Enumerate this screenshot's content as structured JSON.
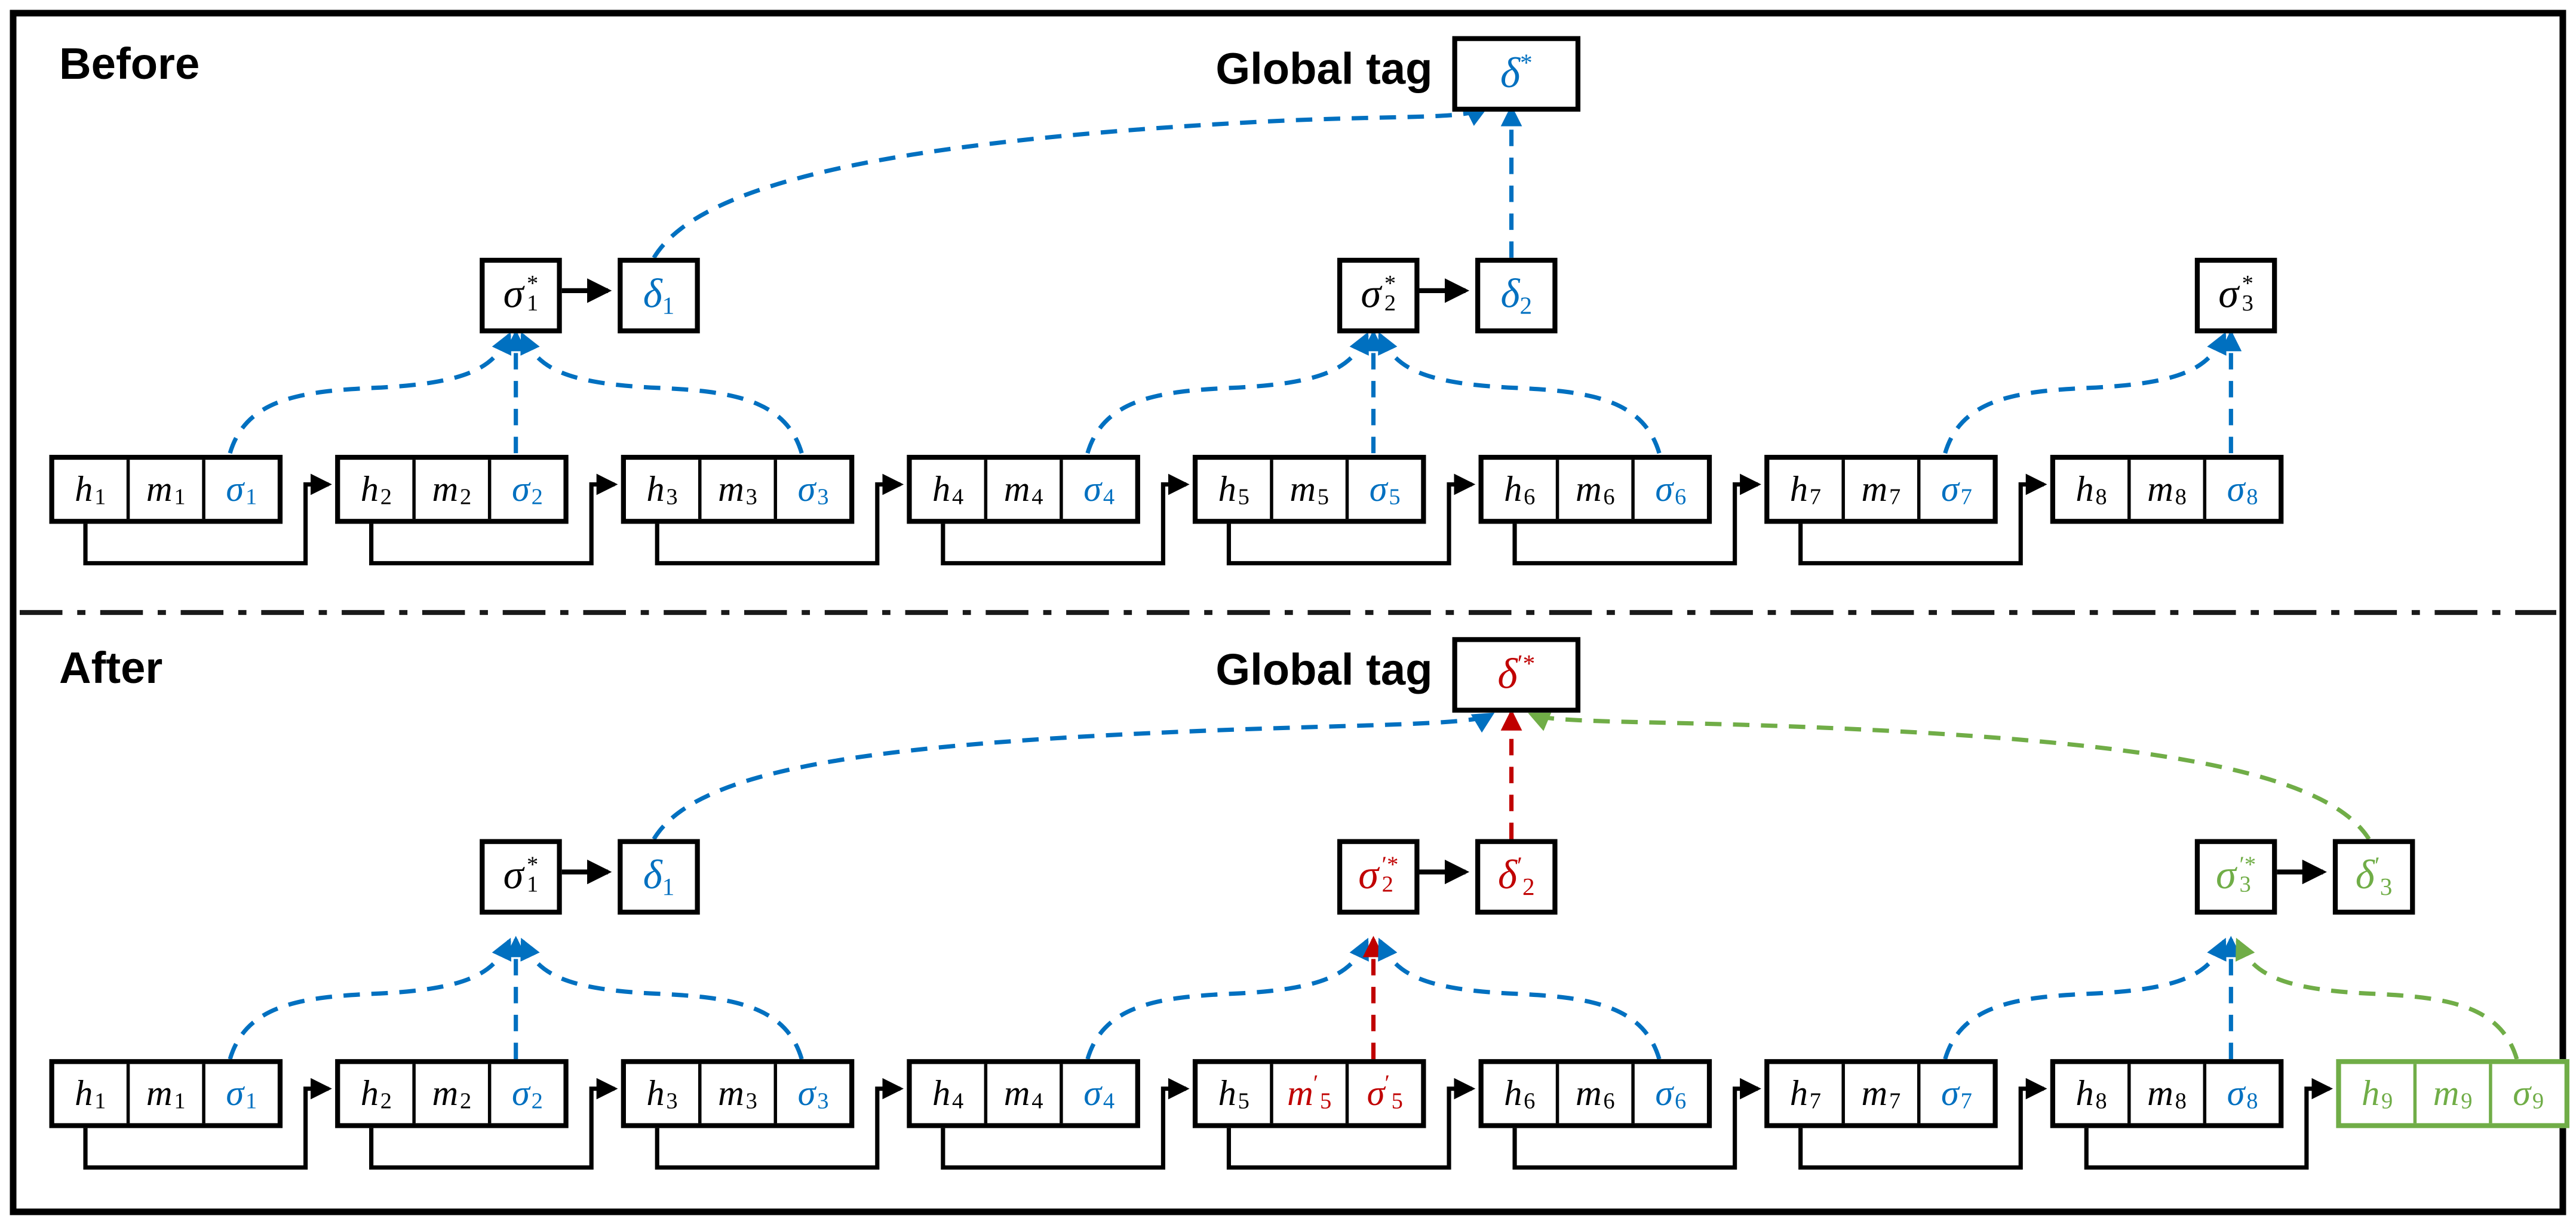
{
  "colors": {
    "black": "#000000",
    "blue": "#0070C0",
    "red": "#C00000",
    "green": "#70AD47"
  },
  "labels": {
    "before_section": "Before",
    "after_section": "After",
    "global_tag_before": "Global tag",
    "global_tag_after": "Global tag"
  },
  "before": {
    "global_tag": {
      "base": "δ",
      "sup": "*",
      "color": "blue"
    },
    "groups": [
      {
        "sigma": {
          "base": "σ",
          "top": "*",
          "bot": "1",
          "color": "black"
        },
        "delta": {
          "base": "δ",
          "sup": "",
          "sub": "1",
          "color": "blue"
        }
      },
      {
        "sigma": {
          "base": "σ",
          "top": "*",
          "bot": "2",
          "color": "black"
        },
        "delta": {
          "base": "δ",
          "sup": "",
          "sub": "2",
          "color": "blue"
        }
      },
      {
        "sigma": {
          "base": "σ",
          "top": "*",
          "bot": "3",
          "color": "black"
        },
        "delta": null
      }
    ],
    "blocks": [
      {
        "border": "black",
        "cells": [
          {
            "t": "h",
            "p": "",
            "s": "1",
            "c": "black"
          },
          {
            "t": "m",
            "p": "",
            "s": "1",
            "c": "black"
          },
          {
            "t": "σ",
            "p": "",
            "s": "1",
            "c": "blue"
          }
        ]
      },
      {
        "border": "black",
        "cells": [
          {
            "t": "h",
            "p": "",
            "s": "2",
            "c": "black"
          },
          {
            "t": "m",
            "p": "",
            "s": "2",
            "c": "black"
          },
          {
            "t": "σ",
            "p": "",
            "s": "2",
            "c": "blue"
          }
        ]
      },
      {
        "border": "black",
        "cells": [
          {
            "t": "h",
            "p": "",
            "s": "3",
            "c": "black"
          },
          {
            "t": "m",
            "p": "",
            "s": "3",
            "c": "black"
          },
          {
            "t": "σ",
            "p": "",
            "s": "3",
            "c": "blue"
          }
        ]
      },
      {
        "border": "black",
        "cells": [
          {
            "t": "h",
            "p": "",
            "s": "4",
            "c": "black"
          },
          {
            "t": "m",
            "p": "",
            "s": "4",
            "c": "black"
          },
          {
            "t": "σ",
            "p": "",
            "s": "4",
            "c": "blue"
          }
        ]
      },
      {
        "border": "black",
        "cells": [
          {
            "t": "h",
            "p": "",
            "s": "5",
            "c": "black"
          },
          {
            "t": "m",
            "p": "",
            "s": "5",
            "c": "black"
          },
          {
            "t": "σ",
            "p": "",
            "s": "5",
            "c": "blue"
          }
        ]
      },
      {
        "border": "black",
        "cells": [
          {
            "t": "h",
            "p": "",
            "s": "6",
            "c": "black"
          },
          {
            "t": "m",
            "p": "",
            "s": "6",
            "c": "black"
          },
          {
            "t": "σ",
            "p": "",
            "s": "6",
            "c": "blue"
          }
        ]
      },
      {
        "border": "black",
        "cells": [
          {
            "t": "h",
            "p": "",
            "s": "7",
            "c": "black"
          },
          {
            "t": "m",
            "p": "",
            "s": "7",
            "c": "black"
          },
          {
            "t": "σ",
            "p": "",
            "s": "7",
            "c": "blue"
          }
        ]
      },
      {
        "border": "black",
        "cells": [
          {
            "t": "h",
            "p": "",
            "s": "8",
            "c": "black"
          },
          {
            "t": "m",
            "p": "",
            "s": "8",
            "c": "black"
          },
          {
            "t": "σ",
            "p": "",
            "s": "8",
            "c": "blue"
          }
        ]
      }
    ]
  },
  "after": {
    "global_tag": {
      "base": "δ",
      "sup": "′*",
      "color": "red"
    },
    "groups": [
      {
        "sigma": {
          "base": "σ",
          "top": "*",
          "bot": "1",
          "color": "black"
        },
        "delta": {
          "base": "δ",
          "sup": "",
          "sub": "1",
          "color": "blue"
        }
      },
      {
        "sigma": {
          "base": "σ",
          "top": "′*",
          "bot": "2",
          "color": "red"
        },
        "delta": {
          "base": "δ",
          "sup": "′",
          "sub": "2",
          "color": "red"
        }
      },
      {
        "sigma": {
          "base": "σ",
          "top": "′*",
          "bot": "3",
          "color": "green"
        },
        "delta": {
          "base": "δ",
          "sup": "′",
          "sub": "3",
          "color": "green"
        }
      }
    ],
    "blocks": [
      {
        "border": "black",
        "cells": [
          {
            "t": "h",
            "p": "",
            "s": "1",
            "c": "black"
          },
          {
            "t": "m",
            "p": "",
            "s": "1",
            "c": "black"
          },
          {
            "t": "σ",
            "p": "",
            "s": "1",
            "c": "blue"
          }
        ]
      },
      {
        "border": "black",
        "cells": [
          {
            "t": "h",
            "p": "",
            "s": "2",
            "c": "black"
          },
          {
            "t": "m",
            "p": "",
            "s": "2",
            "c": "black"
          },
          {
            "t": "σ",
            "p": "",
            "s": "2",
            "c": "blue"
          }
        ]
      },
      {
        "border": "black",
        "cells": [
          {
            "t": "h",
            "p": "",
            "s": "3",
            "c": "black"
          },
          {
            "t": "m",
            "p": "",
            "s": "3",
            "c": "black"
          },
          {
            "t": "σ",
            "p": "",
            "s": "3",
            "c": "blue"
          }
        ]
      },
      {
        "border": "black",
        "cells": [
          {
            "t": "h",
            "p": "",
            "s": "4",
            "c": "black"
          },
          {
            "t": "m",
            "p": "",
            "s": "4",
            "c": "black"
          },
          {
            "t": "σ",
            "p": "",
            "s": "4",
            "c": "blue"
          }
        ]
      },
      {
        "border": "black",
        "cells": [
          {
            "t": "h",
            "p": "",
            "s": "5",
            "c": "black"
          },
          {
            "t": "m",
            "p": "′",
            "s": "5",
            "c": "red"
          },
          {
            "t": "σ",
            "p": "′",
            "s": "5",
            "c": "red"
          }
        ]
      },
      {
        "border": "black",
        "cells": [
          {
            "t": "h",
            "p": "",
            "s": "6",
            "c": "black"
          },
          {
            "t": "m",
            "p": "",
            "s": "6",
            "c": "black"
          },
          {
            "t": "σ",
            "p": "",
            "s": "6",
            "c": "blue"
          }
        ]
      },
      {
        "border": "black",
        "cells": [
          {
            "t": "h",
            "p": "",
            "s": "7",
            "c": "black"
          },
          {
            "t": "m",
            "p": "",
            "s": "7",
            "c": "black"
          },
          {
            "t": "σ",
            "p": "",
            "s": "7",
            "c": "blue"
          }
        ]
      },
      {
        "border": "black",
        "cells": [
          {
            "t": "h",
            "p": "",
            "s": "8",
            "c": "black"
          },
          {
            "t": "m",
            "p": "",
            "s": "8",
            "c": "black"
          },
          {
            "t": "σ",
            "p": "",
            "s": "8",
            "c": "blue"
          }
        ]
      },
      {
        "border": "green",
        "cells": [
          {
            "t": "h",
            "p": "",
            "s": "9",
            "c": "green"
          },
          {
            "t": "m",
            "p": "",
            "s": "9",
            "c": "green"
          },
          {
            "t": "σ",
            "p": "",
            "s": "9",
            "c": "green"
          }
        ]
      }
    ]
  }
}
